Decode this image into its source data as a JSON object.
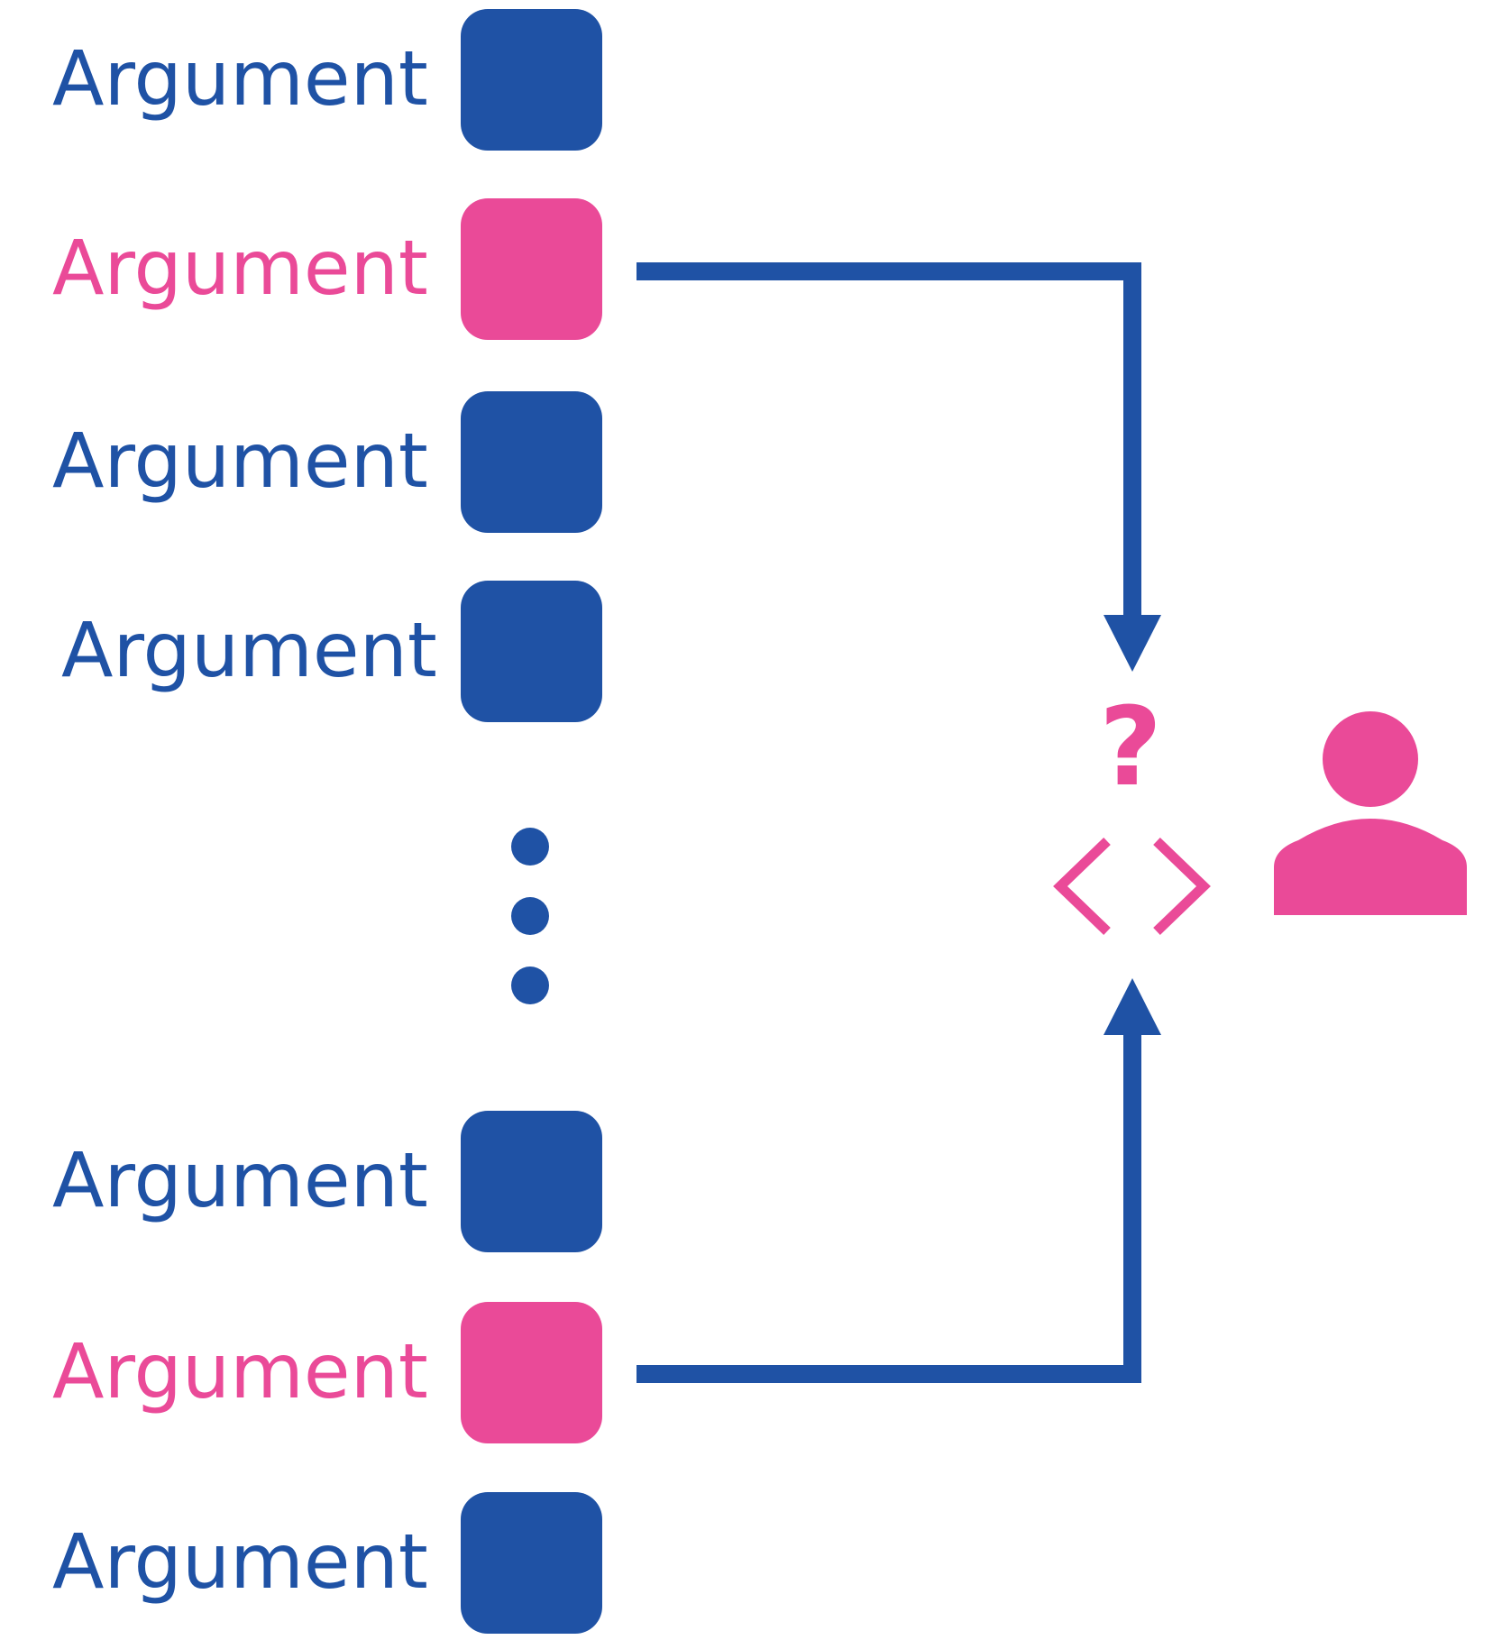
{
  "colors": {
    "blue": "#1f52a5",
    "pink": "#ea4a98"
  },
  "arguments": [
    {
      "label": "Argument",
      "color": "blue"
    },
    {
      "label": "Argument",
      "color": "pink"
    },
    {
      "label": "Argument",
      "color": "blue"
    },
    {
      "label": "Argument",
      "color": "blue"
    },
    {
      "label": "Argument",
      "color": "blue"
    },
    {
      "label": "Argument",
      "color": "pink"
    },
    {
      "label": "Argument",
      "color": "blue"
    }
  ],
  "comparison_symbol": {
    "question": "?",
    "icons": [
      "question-mark-icon",
      "comparison-brackets-icon",
      "person-icon"
    ]
  }
}
